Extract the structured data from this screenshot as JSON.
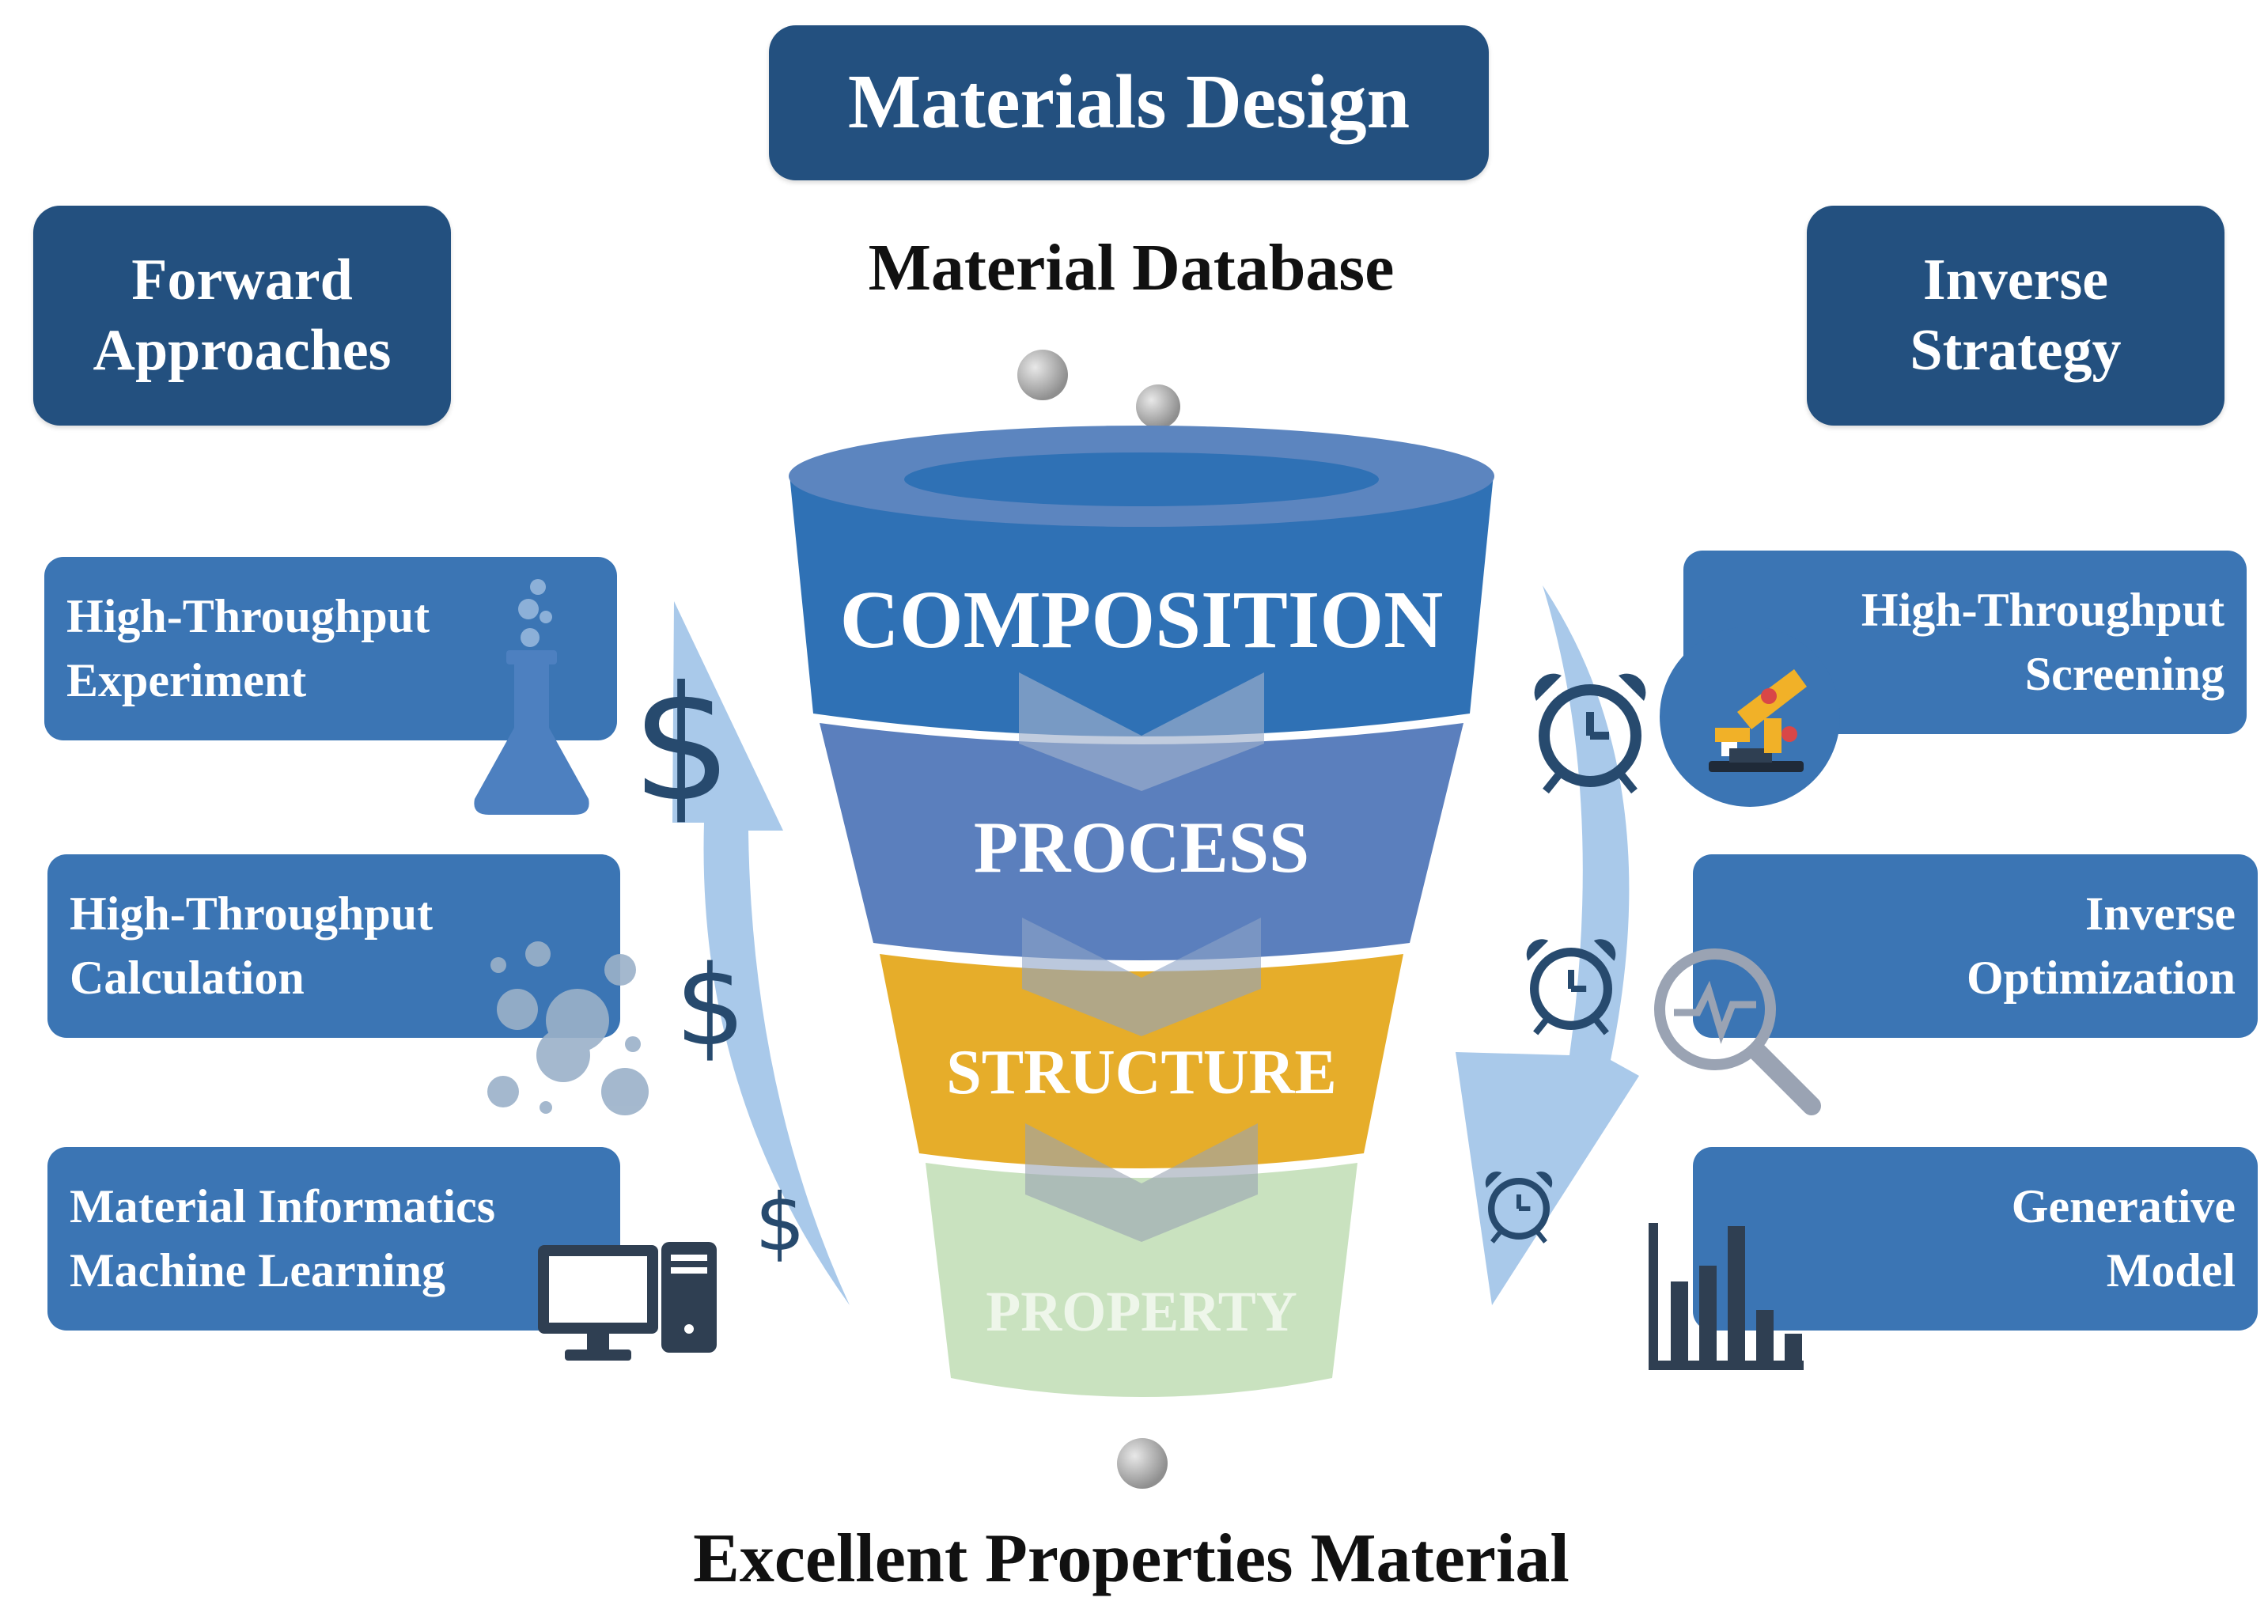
{
  "header": {
    "title": "Materials Design",
    "database_label": "Material Database",
    "output_label": "Excellent Properties Material"
  },
  "forward": {
    "title_line1": "Forward",
    "title_line2": "Approaches",
    "items": [
      {
        "line1": "High-Throughput",
        "line2": "Experiment",
        "icon": "flask-icon"
      },
      {
        "line1": "High-Throughput",
        "line2": "Calculation",
        "icon": "bubbles-icon"
      },
      {
        "line1": "Material Informatics",
        "line2": "Machine Learning",
        "icon": "computer-icon"
      }
    ]
  },
  "inverse": {
    "title_line1": "Inverse",
    "title_line2": "Strategy",
    "items": [
      {
        "line1": "High-Throughput",
        "line2": "Screening",
        "icon": "robot-arm-icon"
      },
      {
        "line1": "Inverse",
        "line2": "Optimization",
        "icon": "magnifier-icon"
      },
      {
        "line1": "Generative",
        "line2": "Model",
        "icon": "bar-chart-icon"
      }
    ]
  },
  "funnel": {
    "stages": [
      {
        "label": "COMPOSITION",
        "color": "#2f71b5"
      },
      {
        "label": "PROCESS",
        "color": "#5b7fbd"
      },
      {
        "label": "STRUCTURE",
        "color": "#e6ad2a"
      },
      {
        "label": "PROPERTY",
        "color": "#c9e2bf"
      }
    ]
  },
  "colors": {
    "dark_box": "#23507f",
    "side_box": "#3b75b4",
    "arrow": "#a9c9ea",
    "icon_dark": "#274a6e"
  },
  "symbols": {
    "dollar": "$"
  }
}
